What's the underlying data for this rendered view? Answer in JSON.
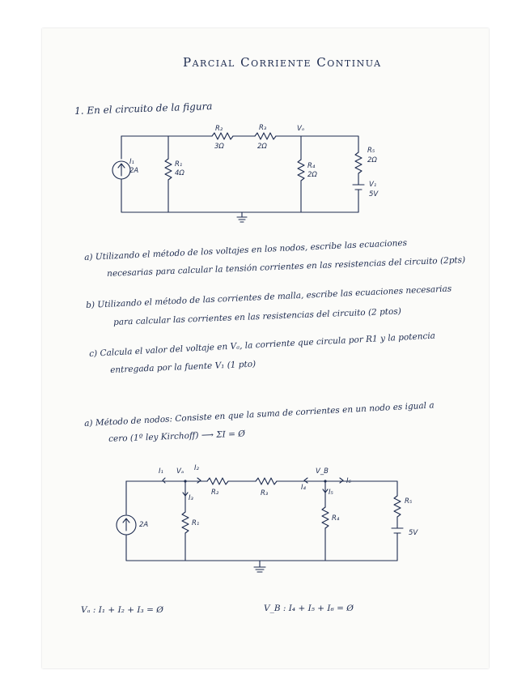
{
  "title": "Parcial Corriente Continua",
  "problem": {
    "heading": "1. En el circuito de la figura",
    "circuit1": {
      "I1": "I₁",
      "I1_val": "2A",
      "R1": "R₁",
      "R1_val": "4Ω",
      "R2": "R₂",
      "R2_val": "3Ω",
      "R3": "R₃",
      "R3_val": "2Ω",
      "R4": "R₄",
      "R4_val": "2Ω",
      "R5": "R₅",
      "R5_val": "2Ω",
      "Vb": "Vₒ",
      "V1": "V₁",
      "V1_val": "5V"
    },
    "questions": {
      "a_line1": "a) Utilizando el método de los voltajes en los nodos, escribe las ecuaciones",
      "a_line2": "necesarias para calcular la tensión corrientes en las resistencias del circuito (2pts)",
      "b_line1": "b) Utilizando el método de las corrientes de malla, escribe las ecuaciones necesarias",
      "b_line2": "para calcular las corrientes en las resistencias del circuito (2 ptos)",
      "c_line1": "c) Calcula el valor del voltaje en Vₐ, la corriente que circula por R1 y la potencia",
      "c_line2": "entregada por la fuente V₁ (1 pto)"
    }
  },
  "answer": {
    "line1": "a) Método de nodos: Consiste en que la suma de corrientes en un nodo es igual a",
    "line2": "cero (1º ley Kirchoff) ⟶ ΣI = Ø",
    "circuit2": {
      "I1": "I₁",
      "VA": "Vₐ",
      "I2": "I₂",
      "I3": "I₃",
      "R2": "R₂",
      "R3": "R₃",
      "VB": "V_B",
      "I4": "I₄",
      "I5": "I₅",
      "I6": "I₆",
      "R1": "R₁",
      "R4": "R₄",
      "R5": "R₅",
      "source": "2A",
      "V": "5V"
    },
    "eqA": "Vₐ : I₁ + I₂ + I₃ = Ø",
    "eqB": "V_B : I₄ + I₅ + I₆ = Ø"
  }
}
